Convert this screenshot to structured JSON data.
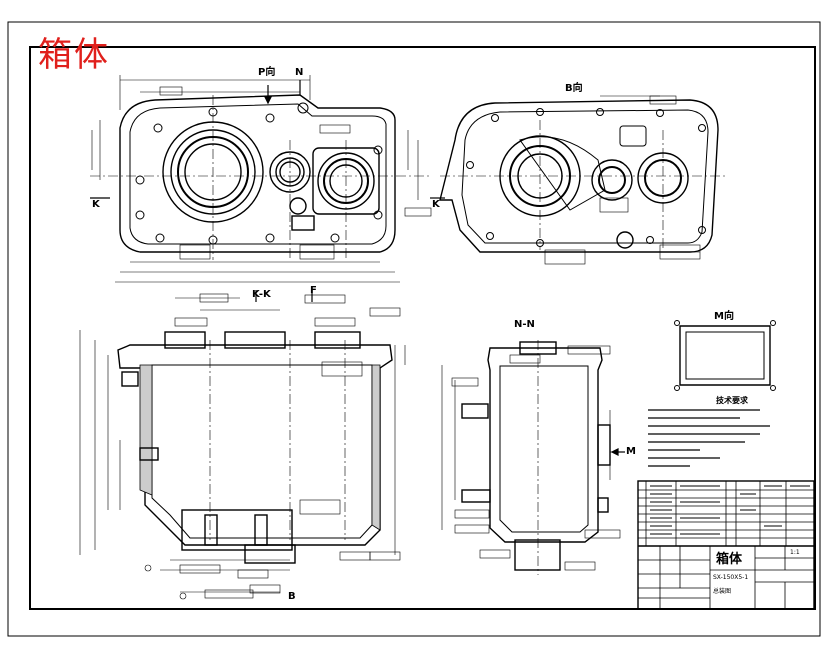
{
  "stamp": {
    "title": "箱体"
  },
  "views": {
    "p_view": "P向",
    "b_view": "B向",
    "kk_section": "K-K",
    "nn_section": "N-N",
    "m_view": "M向"
  },
  "section_marks": {
    "p": "P",
    "n_top": "N",
    "k_left": "K",
    "k_right": "K",
    "m": "M",
    "f": "F",
    "b": "B"
  },
  "notes": {
    "title": "技术要求"
  },
  "title_block": {
    "part_name": "箱体",
    "drawing_no": "SX-150X5-1",
    "scale": "1:1",
    "subtitle": "总装图"
  }
}
